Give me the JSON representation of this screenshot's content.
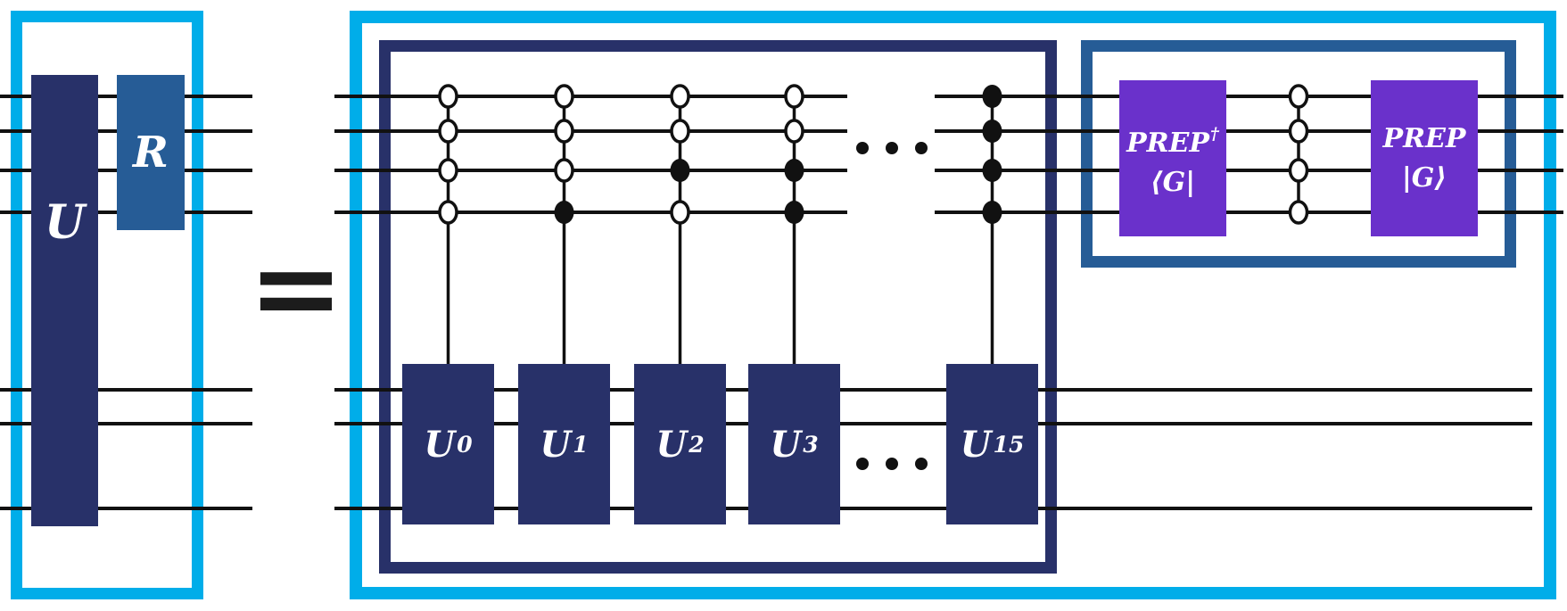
{
  "figure": {
    "title": "quantum circuit identity: U with R equals controlled select of U_i with PREP blocks",
    "equals_label": "=",
    "colors": {
      "cyan": "#00ade9",
      "navy": "#283169",
      "steel": "#265c96",
      "purple": "#6a31cb",
      "wire": "#111111",
      "gate_text": "#ffffff",
      "background": "#ffffff"
    },
    "registers": {
      "control_wire_count": 4,
      "target_wire_count": 3
    },
    "left_circuit": {
      "u_gate": {
        "label": "U"
      },
      "r_gate": {
        "label": "R"
      }
    },
    "select_circuit": {
      "columns": [
        {
          "label": "U",
          "sub": "0",
          "controls": [
            0,
            0,
            0,
            0
          ]
        },
        {
          "label": "U",
          "sub": "1",
          "controls": [
            0,
            0,
            0,
            1
          ]
        },
        {
          "label": "U",
          "sub": "2",
          "controls": [
            0,
            0,
            1,
            0
          ]
        },
        {
          "label": "U",
          "sub": "3",
          "controls": [
            0,
            0,
            1,
            1
          ]
        },
        {
          "label": "U",
          "sub": "15",
          "controls": [
            1,
            1,
            1,
            1
          ]
        }
      ],
      "top_ellipsis_dots": 3,
      "bottom_ellipsis_dots": 3
    },
    "prep_circuit": {
      "prep_dagger_gate": {
        "line1": "PREP",
        "sup": "†",
        "line2": "⟨G|"
      },
      "mid_controls": [
        0,
        0,
        0,
        0
      ],
      "prep_gate": {
        "line1": "PREP",
        "sup": "",
        "line2": "|G⟩"
      }
    }
  }
}
